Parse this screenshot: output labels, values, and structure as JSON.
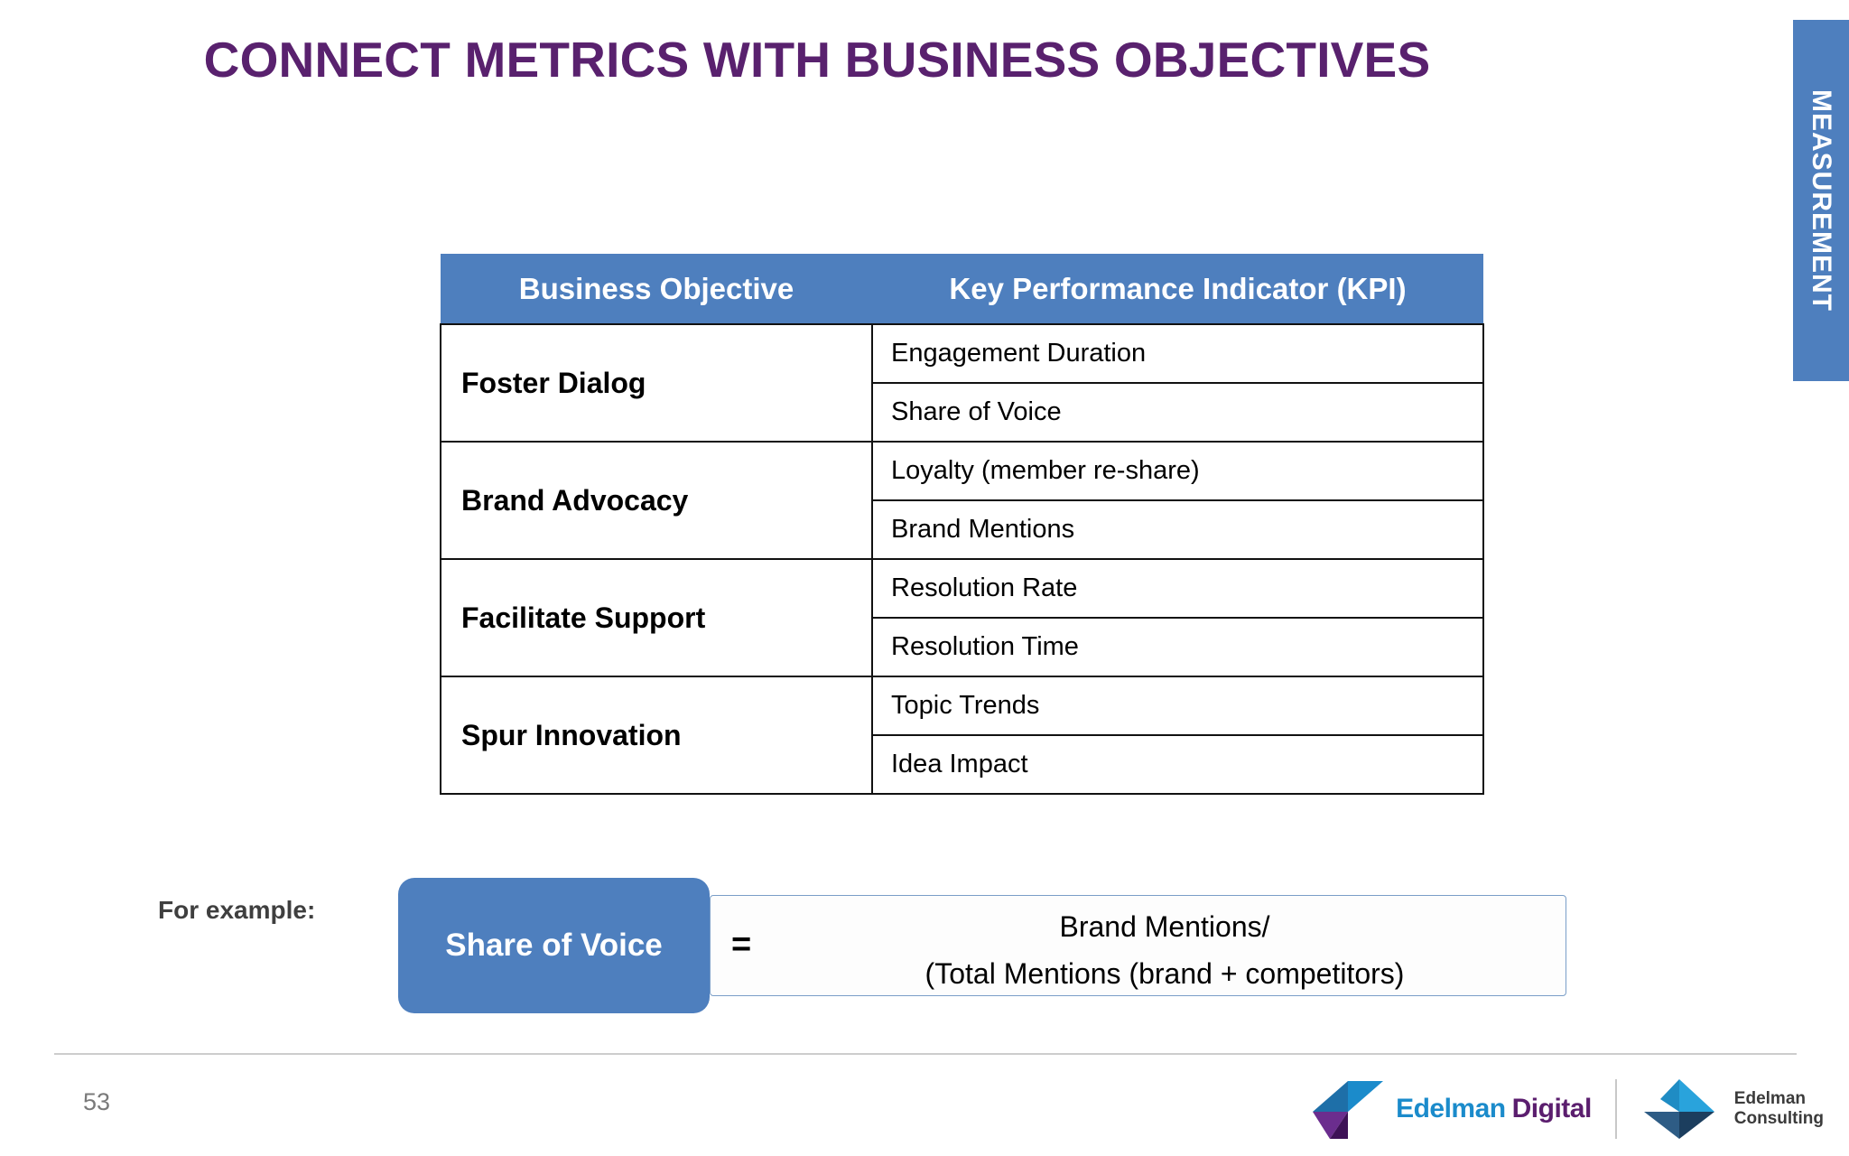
{
  "slide": {
    "title": "CONNECT METRICS WITH BUSINESS OBJECTIVES",
    "title_color": "#59216E",
    "accent_blue": "#4E7FBE",
    "page_number": "53"
  },
  "side_tab": {
    "label": "MEASUREMENT"
  },
  "table": {
    "headers": {
      "objective": "Business Objective",
      "kpi": "Key Performance Indicator (KPI)"
    },
    "rows": [
      {
        "objective": "Foster Dialog",
        "kpis": [
          "Engagement Duration",
          "Share of Voice"
        ]
      },
      {
        "objective": "Brand Advocacy",
        "kpis": [
          "Loyalty (member re-share)",
          "Brand Mentions"
        ]
      },
      {
        "objective": "Facilitate Support",
        "kpis": [
          "Resolution Rate",
          "Resolution Time"
        ]
      },
      {
        "objective": "Spur Innovation",
        "kpis": [
          "Topic Trends",
          "Idea Impact"
        ]
      }
    ]
  },
  "example": {
    "label": "For example:",
    "metric": "Share of Voice",
    "equals": "=",
    "numerator": "Brand Mentions/",
    "denominator": "(Total Mentions (brand + competitors)"
  },
  "footer": {
    "logo_digital_primary": "Edelman",
    "logo_digital_secondary": "Digital",
    "logo_consulting_line1": "Edelman",
    "logo_consulting_line2": "Consulting"
  }
}
